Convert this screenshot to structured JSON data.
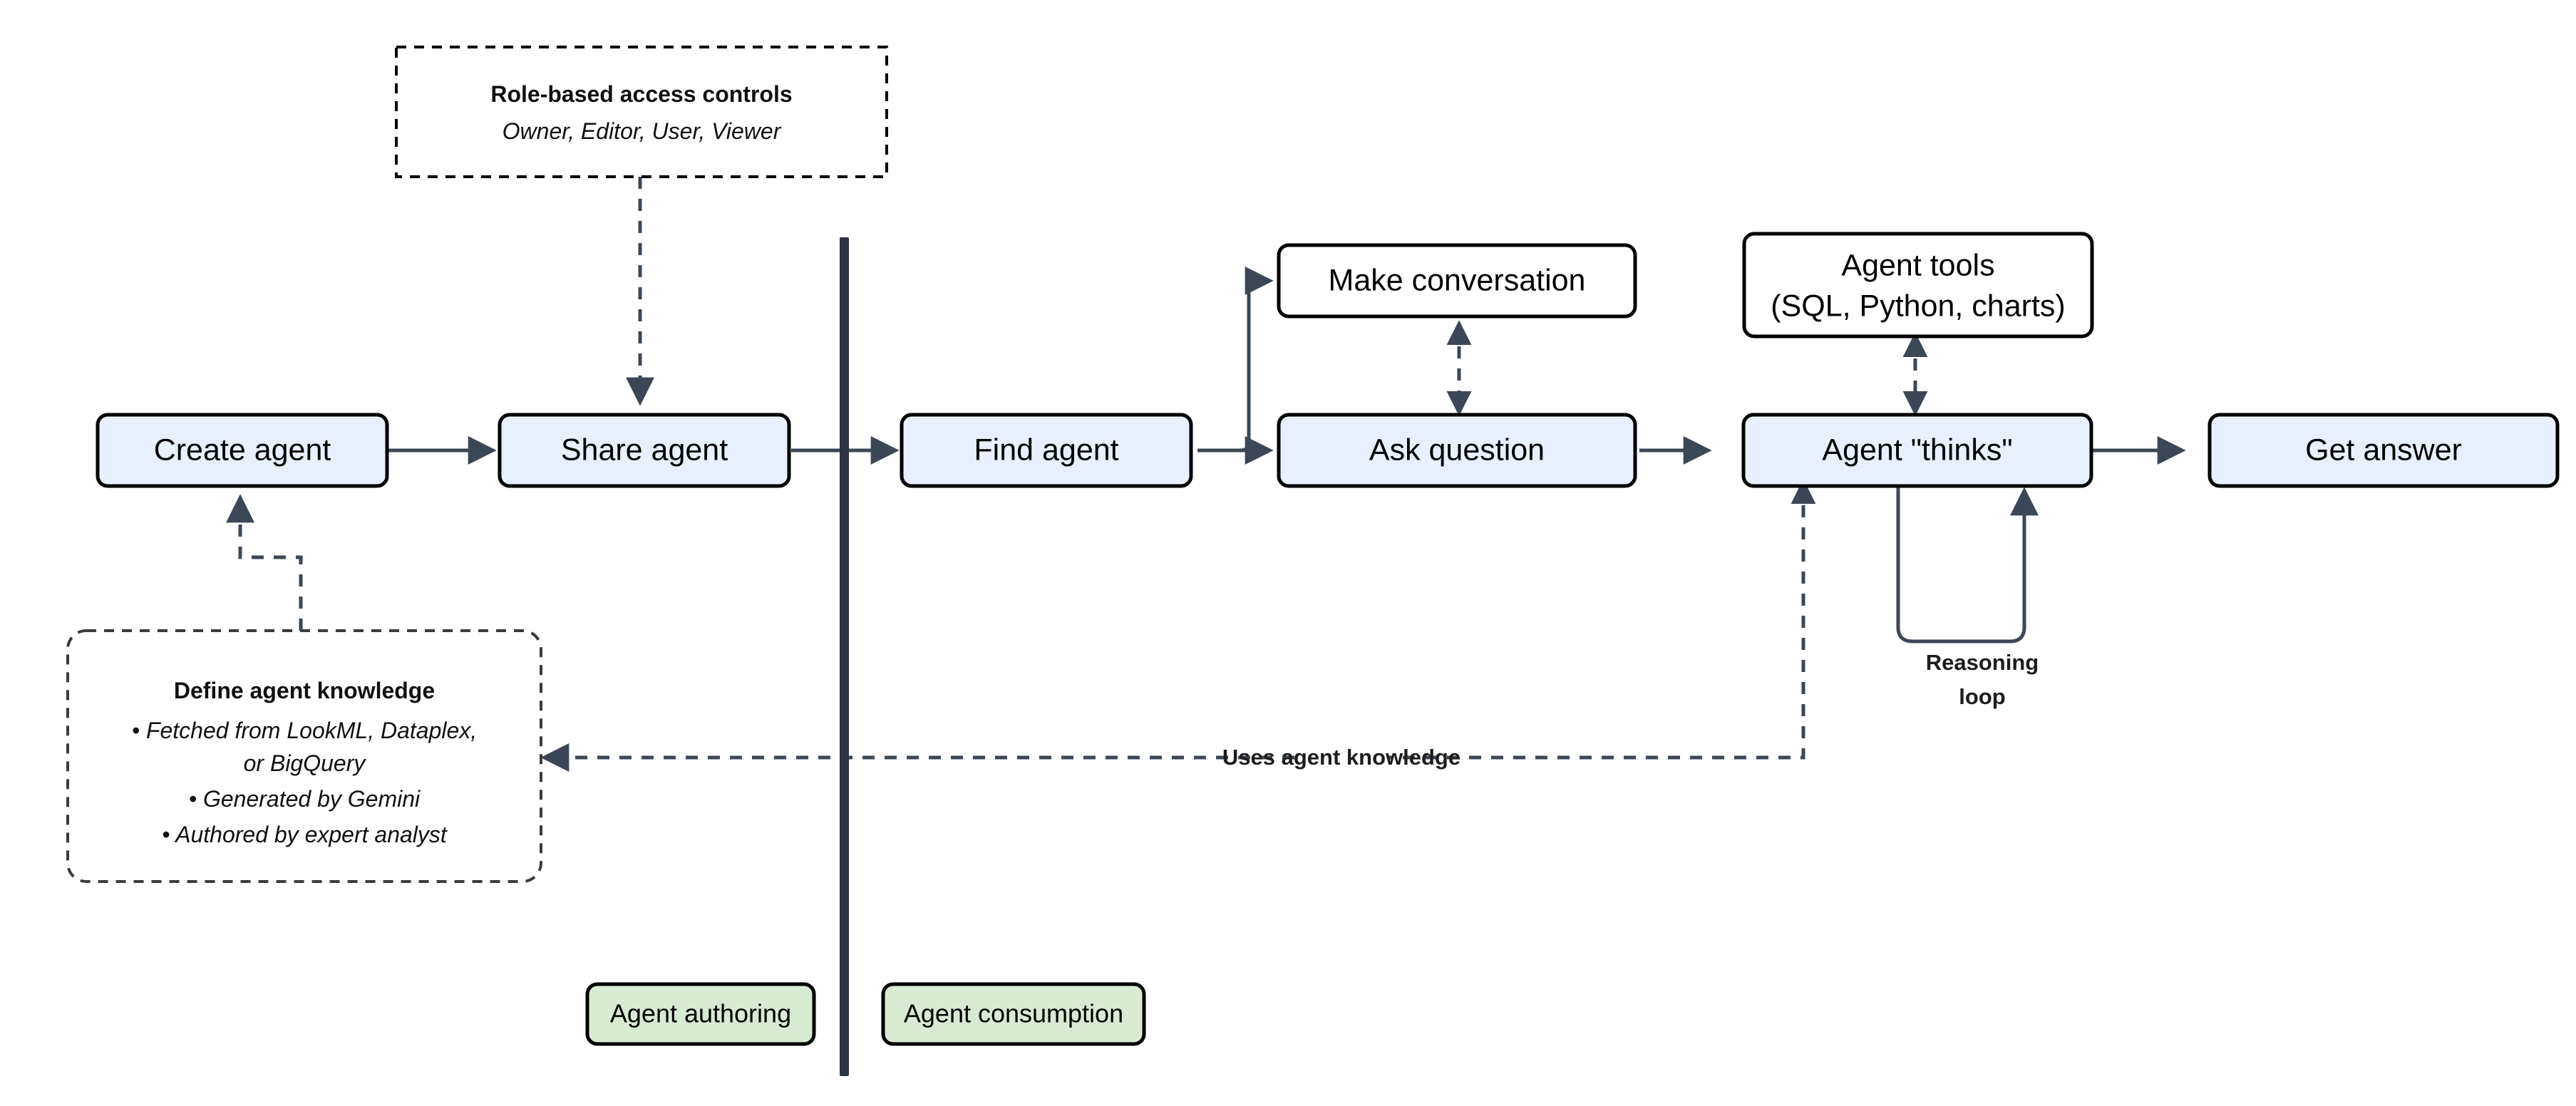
{
  "diagram": {
    "title": "Agent authoring and consumption flow",
    "colors": {
      "node_fill_blue": "#e8f0fe",
      "node_fill_white": "#ffffff",
      "legend_fill_green": "#d9ead3",
      "stroke_black": "#000000",
      "connector_gray": "#3c4756",
      "divider_navy": "#2b3440",
      "background": "#ffffff"
    },
    "authoring": {
      "create_agent": "Create agent",
      "share_agent": "Share agent"
    },
    "consumption": {
      "find_agent": "Find agent",
      "make_conversation": "Make conversation",
      "ask_question": "Ask question",
      "agent_thinks": "Agent \"thinks\"",
      "get_answer": "Get answer",
      "agent_tools_line1": "Agent tools",
      "agent_tools_line2": "(SQL, Python, charts)"
    },
    "notes": {
      "rbac": {
        "title": "Role-based access controls",
        "subtitle": "Owner, Editor, User, Viewer"
      },
      "knowledge": {
        "title": "Define agent knowledge",
        "bullets": [
          "• Fetched from LookML, Dataplex,",
          "or BigQuery",
          "• Generated by Gemini",
          "• Authored by expert analyst"
        ]
      }
    },
    "edge_labels": {
      "uses_agent_knowledge": "Uses agent knowledge",
      "reasoning_loop_line1": "Reasoning",
      "reasoning_loop_line2": "loop"
    },
    "legend": {
      "authoring": "Agent authoring",
      "consumption": "Agent consumption"
    }
  }
}
